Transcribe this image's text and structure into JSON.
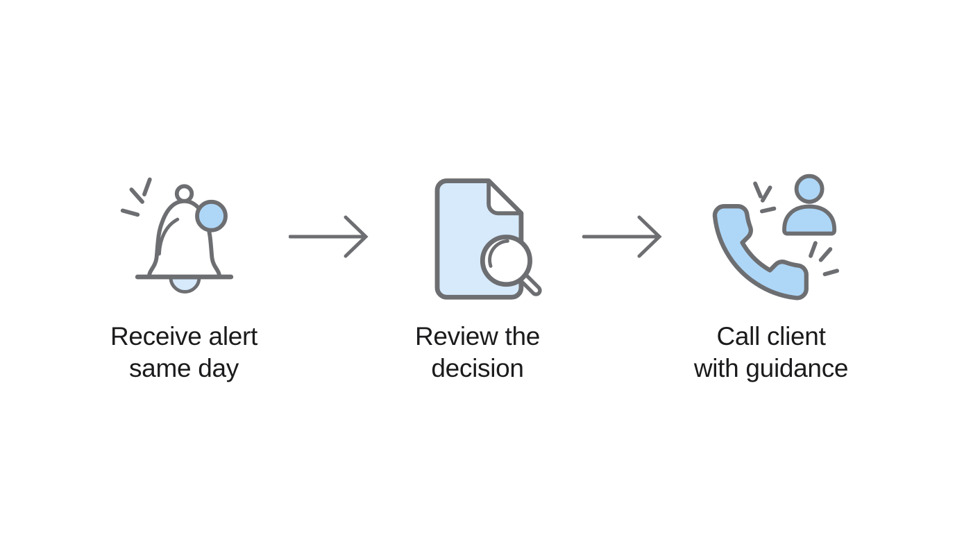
{
  "colors": {
    "background": "#ffffff",
    "stroke_gray": "#6d6e71",
    "arrow_gray": "#6d6e71",
    "blue_mid": "#aed7f7",
    "blue_light": "#d6eafc",
    "text": "#1b1b1d"
  },
  "diagram": {
    "steps": [
      {
        "icon": "bell-notification-icon",
        "label_lines": [
          "Receive alert",
          "same day"
        ]
      },
      {
        "icon": "document-magnifier-icon",
        "label_lines": [
          "Review the",
          "decision"
        ]
      },
      {
        "icon": "phone-call-icon",
        "label_lines": [
          "Call client",
          "with guidance"
        ]
      }
    ],
    "connectors": [
      "arrow-right",
      "arrow-right"
    ]
  }
}
